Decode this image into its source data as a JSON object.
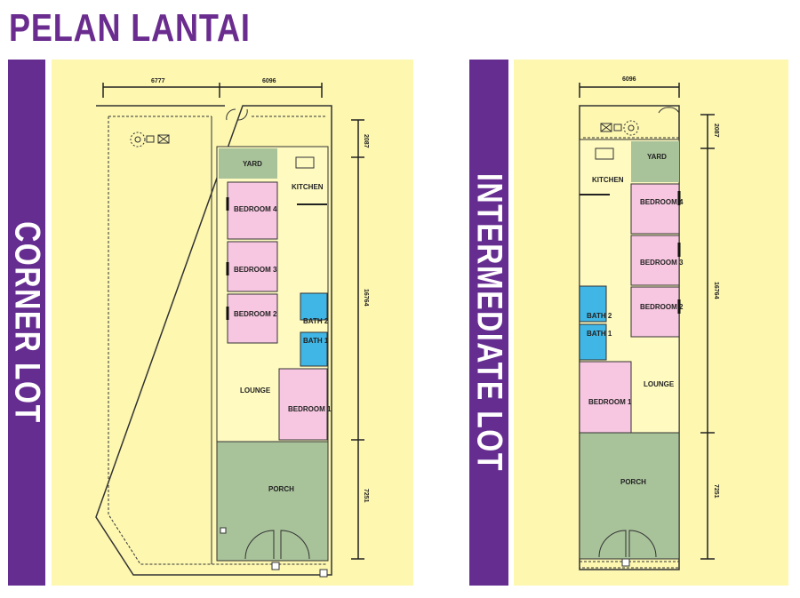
{
  "title": "PELAN LANTAI",
  "corner": {
    "label": "CORNER LOT",
    "dims": {
      "w1": "6777",
      "w2": "6096",
      "h1": "2087",
      "h2": "16764",
      "h3": "7251"
    },
    "rooms": {
      "yard": "YARD",
      "kitchen": "KITCHEN",
      "bedroom4": "BEDROOM 4",
      "bedroom3": "BEDROOM 3",
      "bedroom2": "BEDROOM 2",
      "bath2": "BATH 2",
      "bath1": "BATH 1",
      "lounge": "LOUNGE",
      "bedroom1": "BEDROOM 1",
      "porch": "PORCH"
    }
  },
  "intermediate": {
    "label": "INTERMEDIATE LOT",
    "dims": {
      "w": "6096",
      "h1": "2087",
      "h2": "16764",
      "h3": "7251"
    },
    "rooms": {
      "yard": "YARD",
      "kitchen": "KITCHEN",
      "bedroom4": "BEDROOM 4",
      "bedroom3": "BEDROOM 3",
      "bedroom2": "BEDROOM 2",
      "bath2": "BATH 2",
      "bath1": "BATH 1",
      "bedroom1": "BEDROOM 1",
      "lounge": "LOUNGE",
      "porch": "PORCH"
    }
  },
  "colors": {
    "purple": "#662d91",
    "panel": "#fdf7b0",
    "green": "#a8c29a",
    "pink": "#f7c6e0",
    "blue": "#3fb6e6",
    "floor": "#fefac0"
  }
}
